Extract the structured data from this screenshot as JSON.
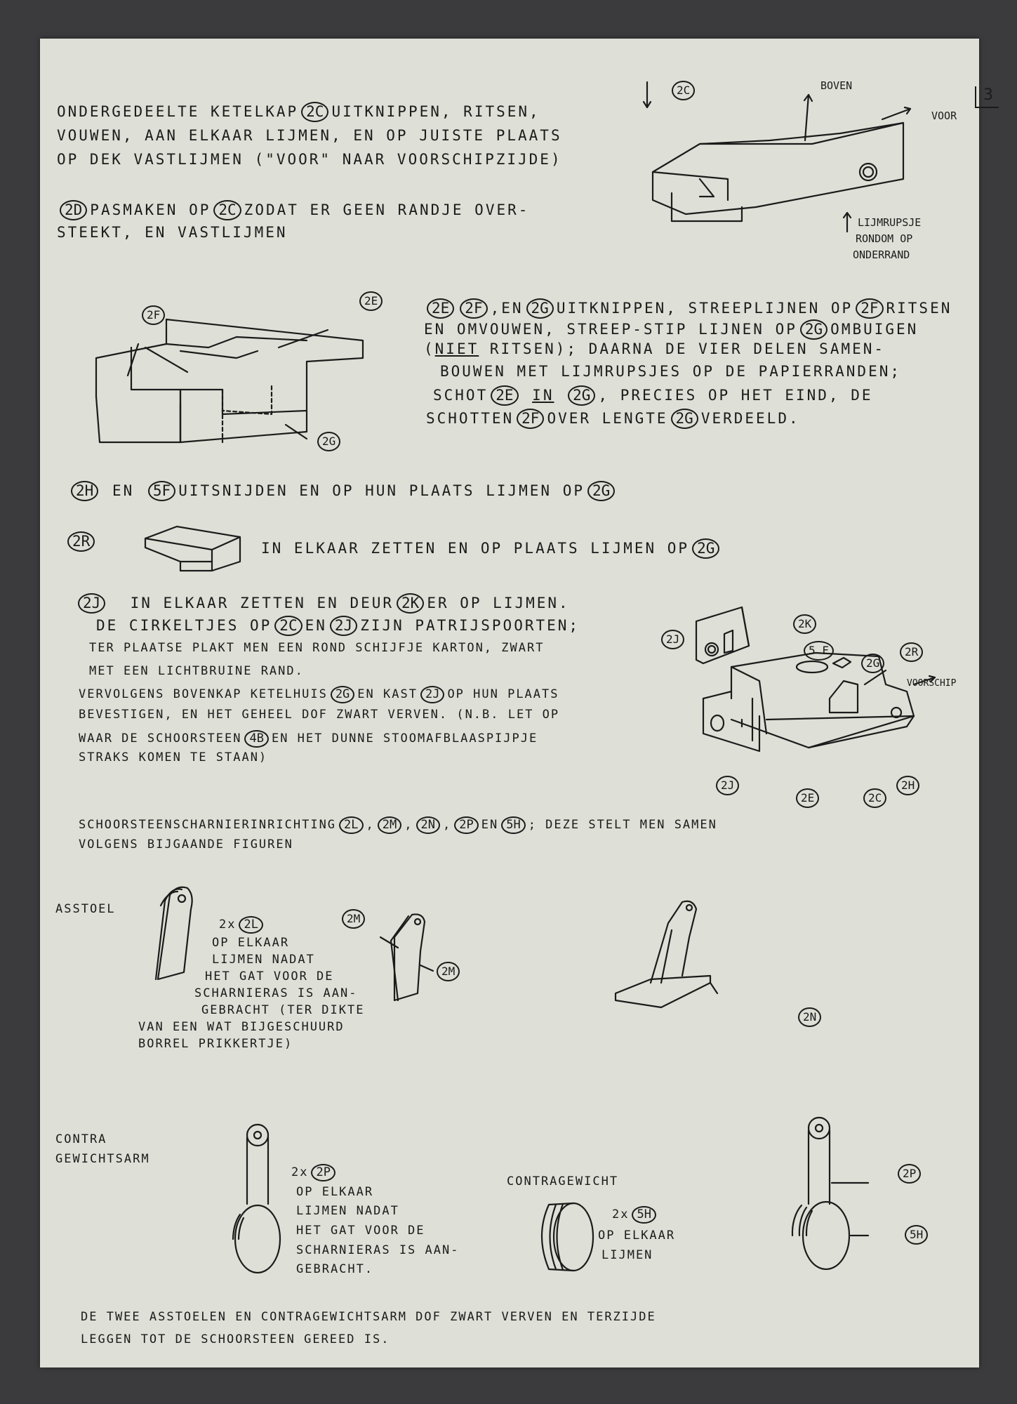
{
  "page_number": "3",
  "sections": {
    "s1": {
      "line1_pre": "ONDERGEDEELTE KETELKAP",
      "ref": "2C",
      "line1_post": "UITKNIPPEN, RITSEN,",
      "line2": "VOUWEN, AAN ELKAAR LIJMEN, EN OP JUISTE PLAATS",
      "line3": "OP DEK VASTLIJMEN (\"VOOR\" NAAR VOORSCHIPZIJDE)"
    },
    "s2": {
      "ref1": "2D",
      "mid": "PASMAKEN OP",
      "ref2": "2C",
      "line1_post": "ZODAT ER GEEN RANDJE OVER-",
      "line2": "STEEKT, EN VASTLIJMEN"
    },
    "s3": {
      "ref_e": "2E",
      "ref_f": "2F",
      "en": ",EN",
      "ref_g": "2G",
      "line1_a": "UITKNIPPEN, STREEPLIJNEN OP",
      "ref_f2": "2F",
      "line1_b": "RITSEN",
      "line2_a": "EN OMVOUWEN, STREEP-STIP LIJNEN OP",
      "ref_g2": "2G",
      "line2_b": "OMBUIGEN",
      "line3_niet": "NIET",
      "line3": "RITSEN); DAARNA DE VIER DELEN SAMEN-",
      "line4": "BOUWEN MET LIJMRUPSJES OP DE PAPIERRANDEN;",
      "line5_a": "SCHOT",
      "ref_e2": "2E",
      "line5_in": "IN",
      "ref_g3": "2G",
      "line5_b": ", PRECIES OP HET EIND, DE",
      "line6_a": "SCHOTTEN",
      "ref_f3": "2F",
      "line6_b": "OVER LENGTE",
      "ref_g4": "2G",
      "line6_c": "VERDEELD."
    },
    "s4": {
      "ref1": "2H",
      "en": "EN",
      "ref2": "5F",
      "text": "UITSNIJDEN EN OP HUN PLAATS LIJMEN OP",
      "ref3": "2G"
    },
    "s5": {
      "ref1": "2R",
      "text": "IN ELKAAR ZETTEN EN OP PLAATS LIJMEN OP",
      "ref2": "2G"
    },
    "s6": {
      "ref1": "2J",
      "line1_a": "IN ELKAAR ZETTEN EN DEUR",
      "ref2": "2K",
      "line1_b": "ER OP LIJMEN.",
      "line2_a": "DE CIRKELTJES OP",
      "ref3": "2C",
      "line2_en": "EN",
      "ref4": "2J",
      "line2_b": "ZIJN PATRIJSPOORTEN;",
      "line3": "TER PLAATSE PLAKT MEN EEN ROND SCHIJFJE KARTON, ZWART",
      "line4": "MET EEN LICHTBRUINE RAND.",
      "line5_a": "VERVOLGENS BOVENKAP KETELHUIS",
      "ref5": "2G",
      "line5_en": "EN KAST",
      "ref6": "2J",
      "line5_b": "OP HUN PLAATS",
      "line6": "BEVESTIGEN, EN HET GEHEEL DOF ZWART VERVEN. (N.B. LET OP",
      "line7_a": "WAAR DE SCHOORSTEEN",
      "ref7": "4B",
      "line7_b": "EN HET DUNNE STOOMAFBLAASPIJPJE",
      "line8": "STRAKS KOMEN TE STAAN)"
    },
    "s7": {
      "line1_a": "SCHOORSTEENSCHARNIERINRICHTING",
      "r1": "2L",
      "r2": "2M",
      "r3": "2N",
      "r4": "2P",
      "en": "EN",
      "r5": "5H",
      "line1_b": "; DEZE STELT MEN SAMEN",
      "line2": "VOLGENS BIJGAANDE FIGUREN"
    },
    "asstoel": {
      "title": "ASSTOEL",
      "count": "2x",
      "ref": "2L",
      "lines": [
        "OP ELKAAR",
        "LIJMEN NADAT",
        "HET GAT VOOR DE",
        "SCHARNIERAS IS AAN-",
        "GEBRACHT (TER DIKTE",
        "VAN EEN WAT BIJGESCHUURD",
        "BORREL PRIKKERTJE)"
      ]
    },
    "contra_arm": {
      "title1": "CONTRA",
      "title2": "GEWICHTSARM",
      "count": "2x",
      "ref": "2P",
      "lines": [
        "OP ELKAAR",
        "LIJMEN NADAT",
        "HET GAT VOOR DE",
        "SCHARNIERAS IS AAN-",
        "GEBRACHT."
      ]
    },
    "contragewicht": {
      "title": "CONTRAGEWICHT",
      "count": "2x",
      "ref": "5H",
      "lines": [
        "OP ELKAAR",
        "LIJMEN"
      ]
    },
    "final": {
      "line1": "DE TWEE ASSTOELEN EN CONTRAGEWICHTSARM DOF ZWART VERVEN EN TERZIJDE",
      "line2": "LEGGEN TOT DE SCHOORSTEEN GEREED IS."
    }
  },
  "figures": {
    "fig_2c": {
      "label": "2C",
      "top": "BOVEN",
      "front": "VOOR",
      "note": [
        "LIJMRUPSJE",
        "RONDOM OP",
        "ONDERRAND"
      ]
    },
    "fig_2e": {
      "l1": "2F",
      "l2": "2E",
      "l3": "2G"
    },
    "fig_assembly": {
      "l_2j": "2J",
      "l_2k": "2K",
      "l_5f": "5 F",
      "l_2g": "2G",
      "l_2r": "2R",
      "voorschip": "VOORSCHIP",
      "l_2j_b": "2J",
      "l_2e": "2E",
      "l_2c": "2C",
      "l_2h": "2H"
    },
    "fig_2m": {
      "a": "2M",
      "b": "2M"
    },
    "fig_2n": {
      "a": "2N"
    },
    "fig_2p": {
      "a": "2P",
      "b": "5H"
    }
  }
}
